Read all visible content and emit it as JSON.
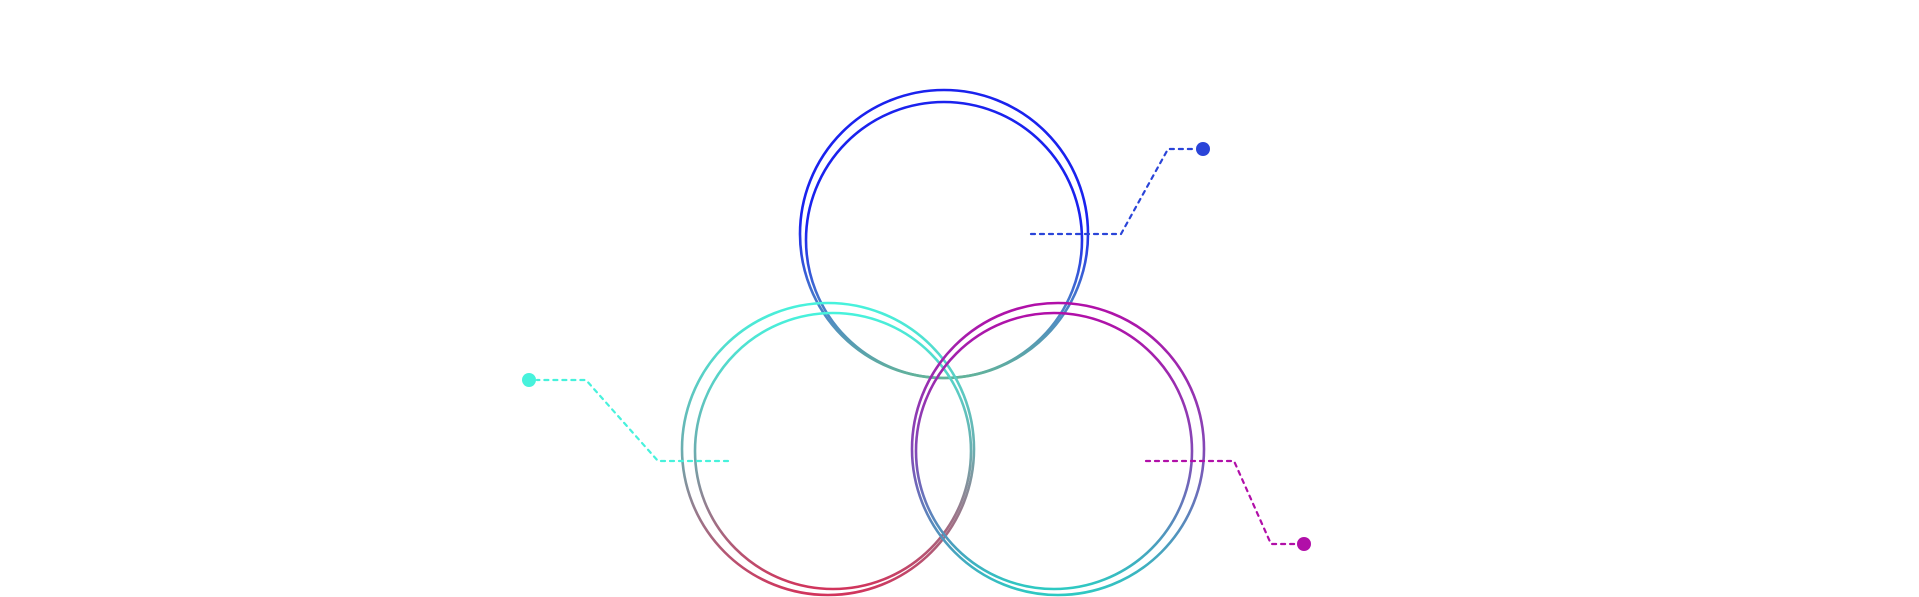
{
  "colors": {
    "background": "#ffffff",
    "blue_deep": "#1a22ee",
    "blue_leader": "#2a44d8",
    "steel": "#4f8ac4",
    "sage": "#62b39a",
    "aqua": "#47f2dc",
    "aqua_mid": "#6aaeb0",
    "crimson": "#d1345c",
    "magenta": "#b10fa8",
    "violet": "#8448b6",
    "teal": "#2ec9c2"
  },
  "diagram": {
    "kind": "three-circle-overlap",
    "circles": [
      {
        "id": "top",
        "outline": "double-ring",
        "gradient": [
          "#1a22ee",
          "#4f8ac4",
          "#62b39a"
        ],
        "label": ""
      },
      {
        "id": "left",
        "outline": "double-ring",
        "gradient": [
          "#47f2dc",
          "#6aaeb0",
          "#d1345c"
        ],
        "label": ""
      },
      {
        "id": "right",
        "outline": "double-ring",
        "gradient": [
          "#b10fa8",
          "#8448b6",
          "#2ec9c2"
        ],
        "label": ""
      }
    ],
    "callouts": [
      {
        "id": "top",
        "color": "#2a44d8",
        "style": "dotted-leader",
        "label": ""
      },
      {
        "id": "left",
        "color": "#47f2dc",
        "style": "dotted-leader",
        "label": ""
      },
      {
        "id": "right",
        "color": "#b10fa8",
        "style": "dotted-leader",
        "label": ""
      }
    ]
  }
}
